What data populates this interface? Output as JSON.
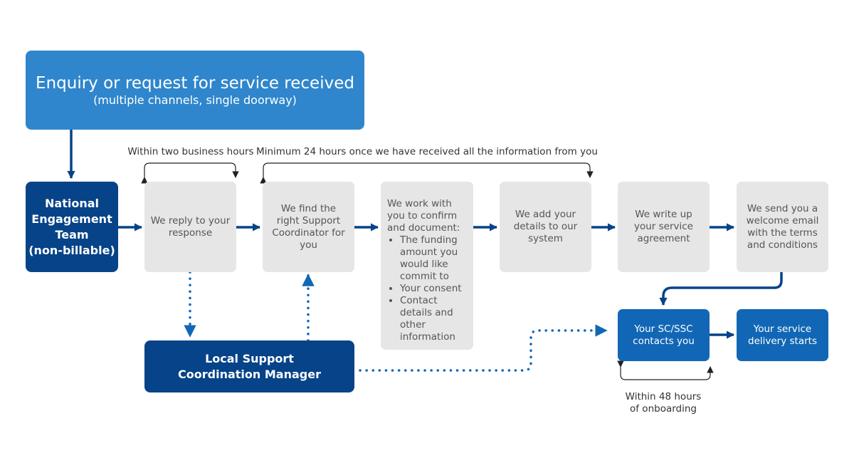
{
  "top": {
    "title": "Enquiry or request for service received",
    "subtitle": "(multiple channels, single doorway)"
  },
  "national_team": {
    "line1": "National",
    "line2": "Engagement",
    "line3": "Team",
    "line4": "(non-billable)"
  },
  "steps": {
    "reply": "We reply to your response",
    "find": "We find the right Support Coordinator for you",
    "work_intro": "We work with you to confirm and document:",
    "work_items": [
      "The funding amount you would like commit to",
      "Your consent",
      "Contact details and other information"
    ],
    "add": "We add your details to our system",
    "write": "We write up your service agreement",
    "send": "We send you a welcome email with the terms and conditions"
  },
  "local_manager": {
    "line1": "Local Support",
    "line2": "Coordination Manager"
  },
  "sc_contacts": "Your SC/SSC contacts you",
  "delivery": "Your service delivery starts",
  "labels": {
    "two_hours": "Within two business hours",
    "min_24": "Minimum 24 hours once we have received all the information from you",
    "within_48_line1": "Within 48 hours",
    "within_48_line2": "of onboarding"
  }
}
